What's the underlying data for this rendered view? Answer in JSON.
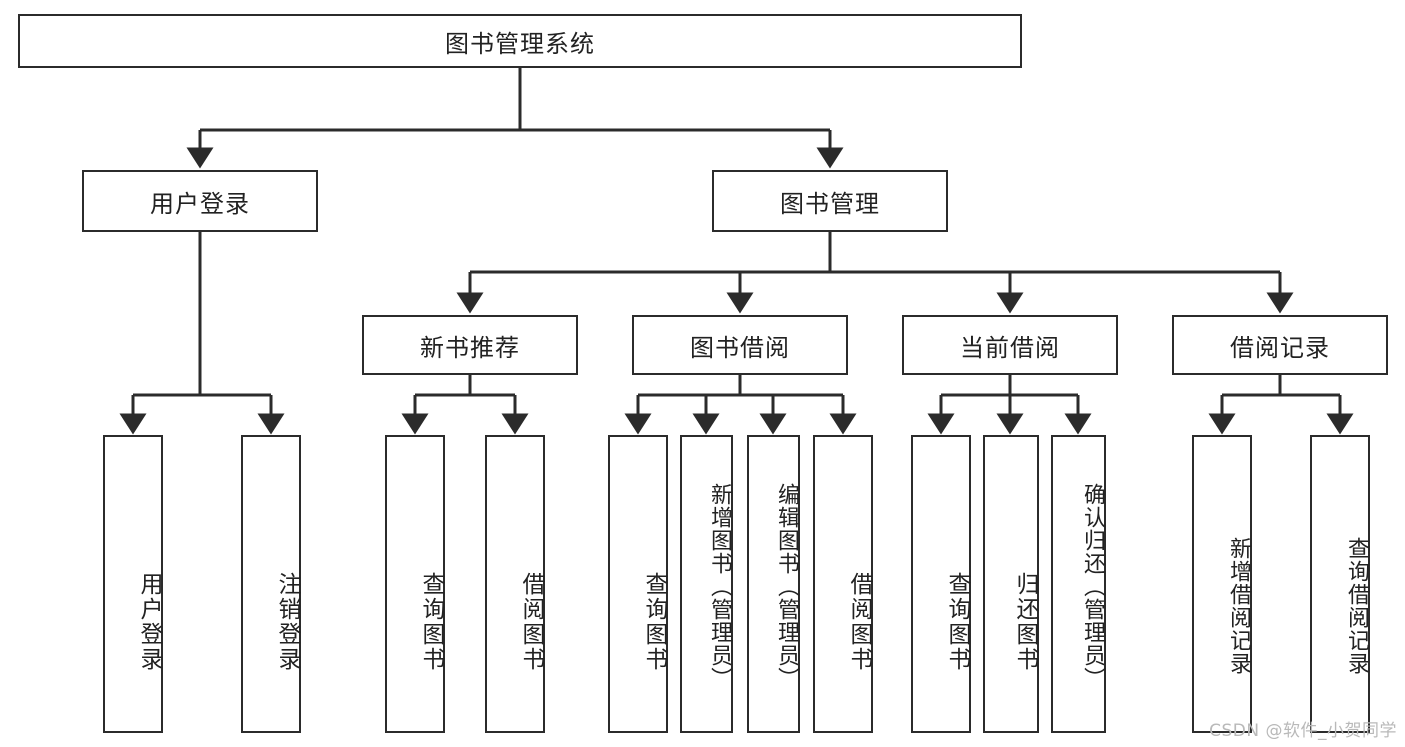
{
  "diagram": {
    "title": "图书管理系统",
    "type": "tree-hierarchy-diagram",
    "colors": {
      "border": "#2b2b2b",
      "background": "#ffffff",
      "text": "#222222",
      "watermark": "#b9b9b9"
    },
    "nodes": {
      "root": {
        "label": "图书管理系统"
      },
      "level2": [
        {
          "label": "用户登录"
        },
        {
          "label": "图书管理"
        }
      ],
      "level3": [
        {
          "label": "新书推荐"
        },
        {
          "label": "图书借阅"
        },
        {
          "label": "当前借阅"
        },
        {
          "label": "借阅记录"
        }
      ],
      "leaves_user_login": [
        {
          "label": "用户登录"
        },
        {
          "label": "注销登录"
        }
      ],
      "leaves_new_book": [
        {
          "label": "查询图书"
        },
        {
          "label": "借阅图书"
        }
      ],
      "leaves_borrow": [
        {
          "label": "查询图书"
        },
        {
          "label": "新增图书（管理员）"
        },
        {
          "label": "编辑图书（管理员）"
        },
        {
          "label": "借阅图书"
        }
      ],
      "leaves_current": [
        {
          "label": "查询图书"
        },
        {
          "label": "归还图书"
        },
        {
          "label": "确认归还（管理员）"
        }
      ],
      "leaves_records": [
        {
          "label": "新增借阅记录"
        },
        {
          "label": "查询借阅记录"
        }
      ]
    }
  },
  "watermark": {
    "text": "CSDN @软件_小贺同学"
  }
}
